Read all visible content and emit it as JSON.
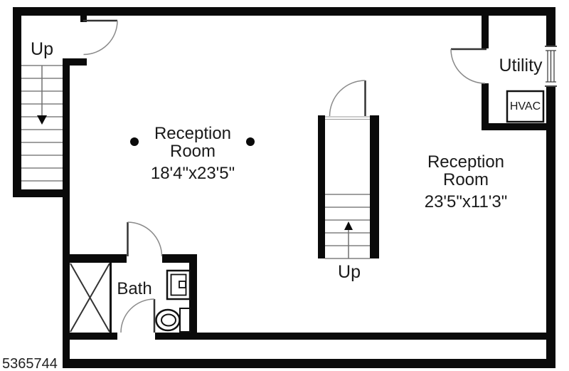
{
  "watermark": {
    "id": "5365744"
  },
  "rooms": {
    "reception_left": {
      "name": "Reception Room",
      "dimensions": "18'4\"x23'5\""
    },
    "reception_right": {
      "name": "Reception Room",
      "dimensions": "23'5\"x11'3\""
    },
    "bath": {
      "name": "Bath"
    },
    "utility": {
      "name": "Utility",
      "hvac_label": "HVAC"
    }
  },
  "stairs": {
    "left": {
      "label": "Up"
    },
    "center": {
      "label": "Up"
    }
  },
  "colors": {
    "wall": "#0a0a0a",
    "text": "#1a1a1a",
    "step_line": "#808080"
  }
}
